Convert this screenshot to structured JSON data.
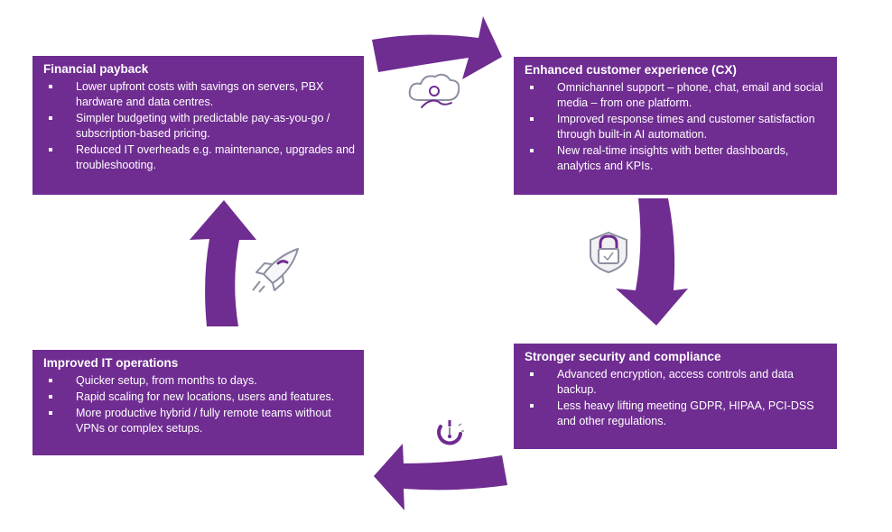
{
  "boxes": {
    "financial": {
      "title": "Financial payback",
      "bullets": [
        "Lower upfront costs with savings on servers, PBX hardware and data centres.",
        "Simpler budgeting with predictable pay-as-you-go / subscription-based pricing.",
        "Reduced IT overheads e.g. maintenance, upgrades and troubleshooting."
      ]
    },
    "cx": {
      "title": "Enhanced customer experience (CX)",
      "bullets": [
        "Omnichannel support – phone, chat, email and social media – from one platform.",
        "Improved response times and customer satisfaction through built-in AI automation.",
        "New real-time insights with better dashboards, analytics and KPIs."
      ]
    },
    "security": {
      "title": "Stronger security and compliance",
      "bullets": [
        "Advanced encryption, access controls and data backup.",
        "Less heavy lifting meeting GDPR, HIPAA, PCI-DSS and other regulations."
      ]
    },
    "it_ops": {
      "title": "Improved IT operations",
      "bullets": [
        "Quicker setup, from months to days.",
        "Rapid scaling for new locations, users and features.",
        "More productive hybrid / fully remote teams without VPNs or complex setups."
      ]
    }
  },
  "icons": [
    "cloud-user-icon",
    "shield-lock-icon",
    "stopwatch-icon",
    "rocket-icon"
  ],
  "colors": {
    "box_fill": "#6f2c91",
    "arrow_fill": "#6f2c91",
    "icon_gray": "#8c8fa1",
    "icon_purple": "#6f2c91"
  }
}
